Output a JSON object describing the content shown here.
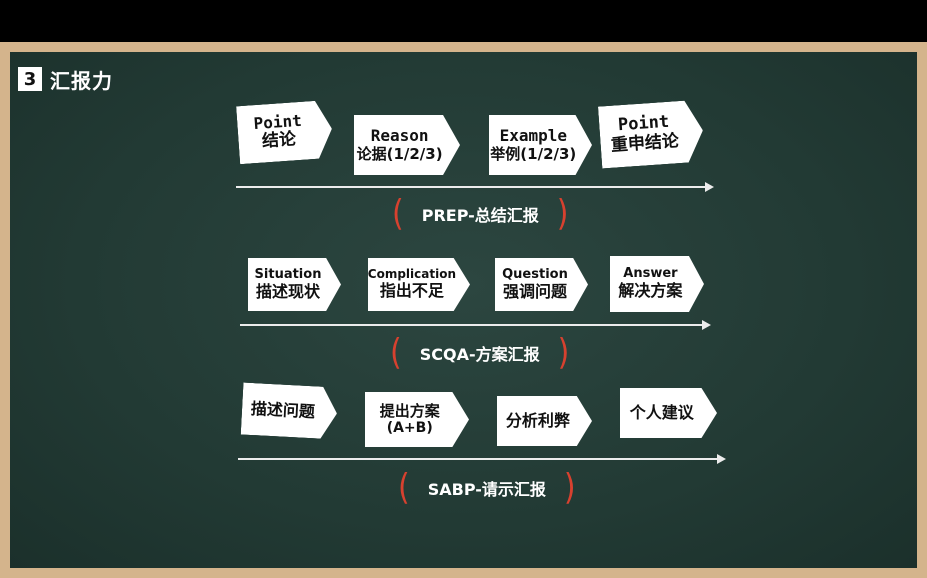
{
  "heading": {
    "number": "3",
    "title": "汇报力"
  },
  "rows": [
    {
      "caption": "PREP-总结汇报",
      "cards": [
        {
          "en": "Point",
          "zh": "结论"
        },
        {
          "en": "Reason",
          "zh": "论据(1/2/3)"
        },
        {
          "en": "Example",
          "zh": "举例(1/2/3)"
        },
        {
          "en": "Point",
          "zh": "重申结论"
        }
      ]
    },
    {
      "caption": "SCQA-方案汇报",
      "cards": [
        {
          "en": "Situation",
          "zh": "描述现状"
        },
        {
          "en": "Complication",
          "zh": "指出不足"
        },
        {
          "en": "Question",
          "zh": "强调问题"
        },
        {
          "en": "Answer",
          "zh": "解决方案"
        }
      ]
    },
    {
      "caption": "SABP-请示汇报",
      "cards": [
        {
          "zh": "描述问题"
        },
        {
          "zh": "提出方案",
          "sub": "(A+B)"
        },
        {
          "zh": "分析利弊"
        },
        {
          "zh": "个人建议"
        }
      ]
    }
  ]
}
